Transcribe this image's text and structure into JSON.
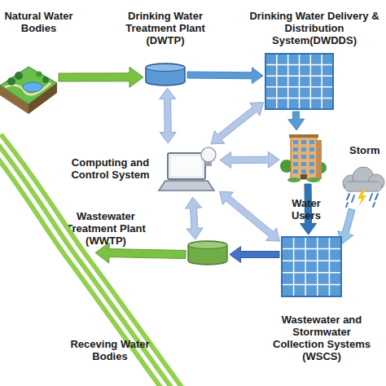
{
  "diagram": {
    "nodes": [
      {
        "text": [
          "Natural Water Bodies"
        ]
      },
      {
        "text": [
          "Drinking Water Treatment Plant (DWTP)"
        ]
      },
      {
        "text": [
          "Drinking Water Delivery & Distribution System(DWDDS)"
        ]
      },
      {
        "text": [
          "Computing and Control System"
        ]
      },
      {
        "text": [
          "Water Users"
        ]
      },
      {
        "text": [
          "Storm"
        ]
      },
      {
        "text": [
          "Wastewater Treatment Plant (WWTP)"
        ]
      },
      {
        "text": [
          "Wastewater and Stormwater Collection Systems (WSCS)"
        ]
      },
      {
        "text": [
          "Receving Water Bodies"
        ]
      }
    ],
    "edges": [
      {
        "from": 0,
        "to": 1,
        "arrow": "to"
      },
      {
        "from": 1,
        "to": 2,
        "arrow": "to"
      },
      {
        "from": 2,
        "to": 4,
        "arrow": "to"
      },
      {
        "from": 4,
        "to": 7,
        "arrow": "to"
      },
      {
        "from": 5,
        "to": 7,
        "arrow": "to"
      },
      {
        "from": 7,
        "to": 6,
        "arrow": "to"
      },
      {
        "from": 6,
        "to": 8,
        "arrow": "to"
      },
      {
        "from": 3,
        "to": 1,
        "arrow": "both"
      },
      {
        "from": 3,
        "to": 2,
        "arrow": "both"
      },
      {
        "from": 3,
        "to": 4,
        "arrow": "both"
      },
      {
        "from": 3,
        "to": 7,
        "arrow": "both"
      },
      {
        "from": 3,
        "to": 6,
        "arrow": "both"
      }
    ]
  }
}
